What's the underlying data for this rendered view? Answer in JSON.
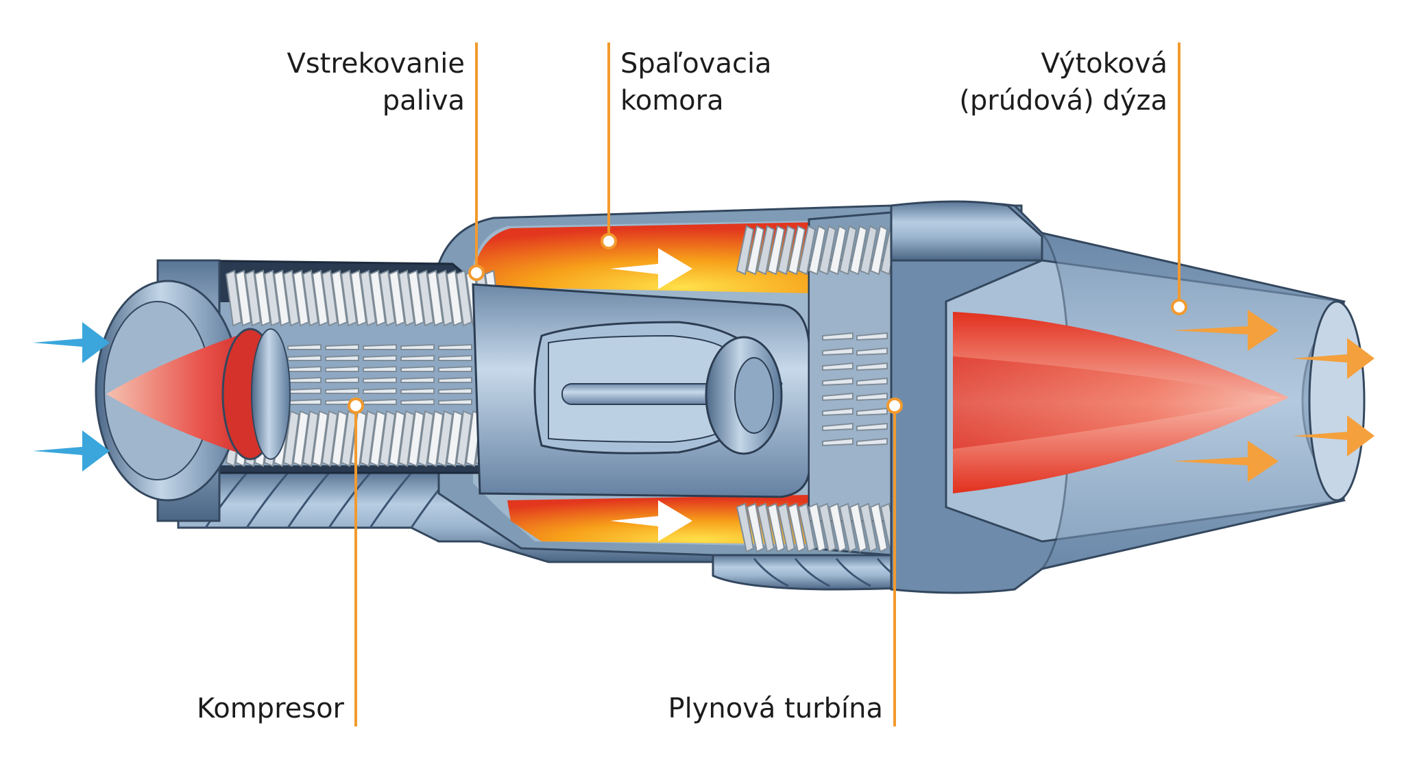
{
  "labels": {
    "fuel_injection": {
      "line1": "Vstrekovanie",
      "line2": "paliva"
    },
    "combustion_chamber": {
      "line1": "Spaľovacia",
      "line2": "komora"
    },
    "exhaust_nozzle": {
      "line1": "Výtoková",
      "line2": "(prúdová) dýza"
    },
    "compressor": "Kompresor",
    "gas_turbine": "Plynová turbína"
  },
  "colors": {
    "leader_line": "#f29a2e",
    "intake_arrow": "#3aa6dc",
    "exhaust_arrow": "#f4a03c",
    "casing": "#7f9db8",
    "casing_dark": "#4f6b8a",
    "flame_hot": "#e23a1e",
    "flame_warm": "#f7a11a",
    "blade": "#e9ecef"
  }
}
